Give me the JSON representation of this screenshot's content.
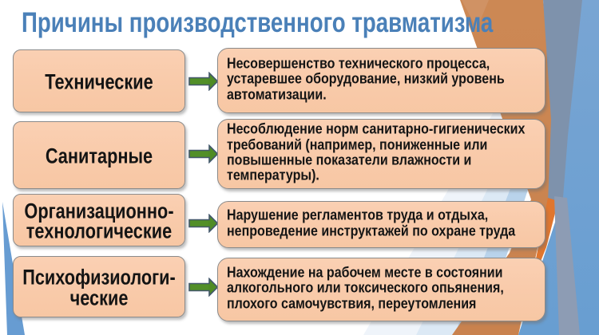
{
  "slide": {
    "title": "Причины производственного травматизма"
  },
  "rows": [
    {
      "label": "Технические",
      "description": "Несовершенство технического процесса, устаревшее оборудование, низкий уровень автоматизации."
    },
    {
      "label": "Санитарные",
      "description": "Несоблюдение норм санитарно-гигиенических требований (например, пониженные или повышенные показатели влажности и температуры)."
    },
    {
      "label": "Организационно-технологические",
      "description": "Нарушение регламентов труда и отдыха, непроведение инструктажей по охране труда"
    },
    {
      "label": "Психофизиологи-ческие",
      "description": "Нахождение на рабочем месте в состоянии алкогольного или токсического опьянения, плохого самочувствия, переутомления"
    }
  ],
  "colors": {
    "title_text": "#4a80b8",
    "box_fill": "#f9cbab",
    "box_border": "#8a8a8a",
    "body_text": "#141414",
    "arrow_green": "#4f8c24",
    "arrow_outline": "#44586c",
    "bg_orange": "#cb8753",
    "bg_orange_bright": "#e0762e",
    "bg_gray_blue": "#7e92ac",
    "bg_blue": "#6ba0d2",
    "bg_light_blue": "#b9d3eb",
    "bg_pale_blue": "#dce9f5"
  }
}
